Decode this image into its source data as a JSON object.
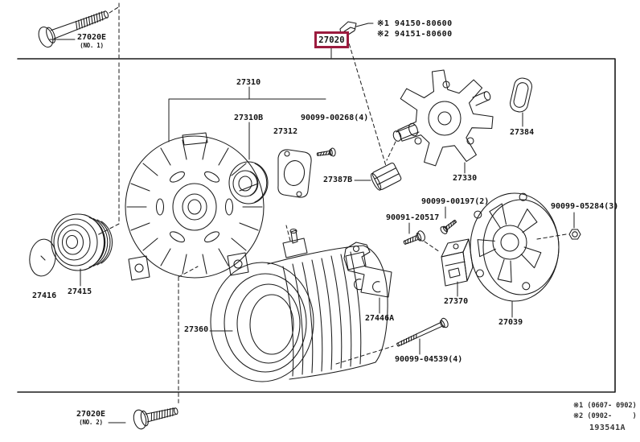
{
  "diagram": {
    "code": "193541A",
    "colors": {
      "highlight": "#9b1b3e",
      "line": "#1b1b1b"
    },
    "top_refs": {
      "ref1": "※1 94150-80600",
      "ref2": "※2 94151-80600"
    },
    "notes": {
      "note1": "※1 (0607- 0902)",
      "note2": "※2 (0902-     )"
    },
    "parts": {
      "bolt_no1": {
        "number": "27020E",
        "variant": "(NO. 1)"
      },
      "assembly": {
        "number": "27020"
      },
      "front_bracket": {
        "number": "27310"
      },
      "bearing": {
        "number": "27310B"
      },
      "retainer_plate": {
        "number": "27312"
      },
      "screw_front": {
        "number": "90099-00268(4)"
      },
      "slip_ring": {
        "number": "27387B"
      },
      "rotor": {
        "number": "27330"
      },
      "seal": {
        "number": "27384"
      },
      "screw_rear": {
        "number": "90099-00197(2)"
      },
      "terminal_bolt": {
        "number": "90091-20517"
      },
      "nut_rear": {
        "number": "90099-05284(3)"
      },
      "pulley_cap": {
        "number": "27416"
      },
      "pulley": {
        "number": "27415"
      },
      "stator": {
        "number": "27360"
      },
      "bracket": {
        "number": "27446A"
      },
      "brush_holder": {
        "number": "27370"
      },
      "rear_cover": {
        "number": "27039"
      },
      "through_bolt": {
        "number": "90099-04539(4)"
      },
      "bolt_no2": {
        "number": "27020E",
        "variant": "(NO. 2)"
      }
    }
  }
}
